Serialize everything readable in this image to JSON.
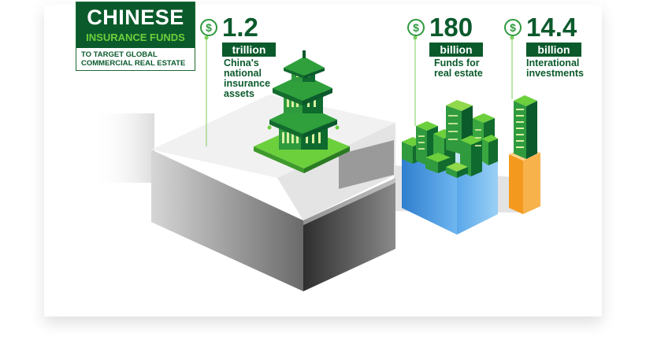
{
  "title": {
    "main": "CHINESE",
    "sub": "INSURANCE FUNDS",
    "note_line1": "TO TARGET GLOBAL",
    "note_line2": "COMMERCIAL REAL ESTATE"
  },
  "stats": [
    {
      "currency": "$",
      "amount": "1.2",
      "unit": "trillion",
      "desc_lines": [
        "China's",
        "national",
        "insurance",
        "assets"
      ]
    },
    {
      "currency": "$",
      "amount": "180",
      "unit": "billion",
      "desc_lines": [
        "Funds for",
        "real estate"
      ]
    },
    {
      "currency": "$",
      "amount": "14.4",
      "unit": "billion",
      "desc_lines": [
        "Interational",
        "investments"
      ]
    }
  ],
  "colors": {
    "dark_green": "#0b5a2c",
    "accent_green": "#6ccf3c",
    "blue_block": "#3f97e0",
    "orange_block": "#f39a1e"
  }
}
